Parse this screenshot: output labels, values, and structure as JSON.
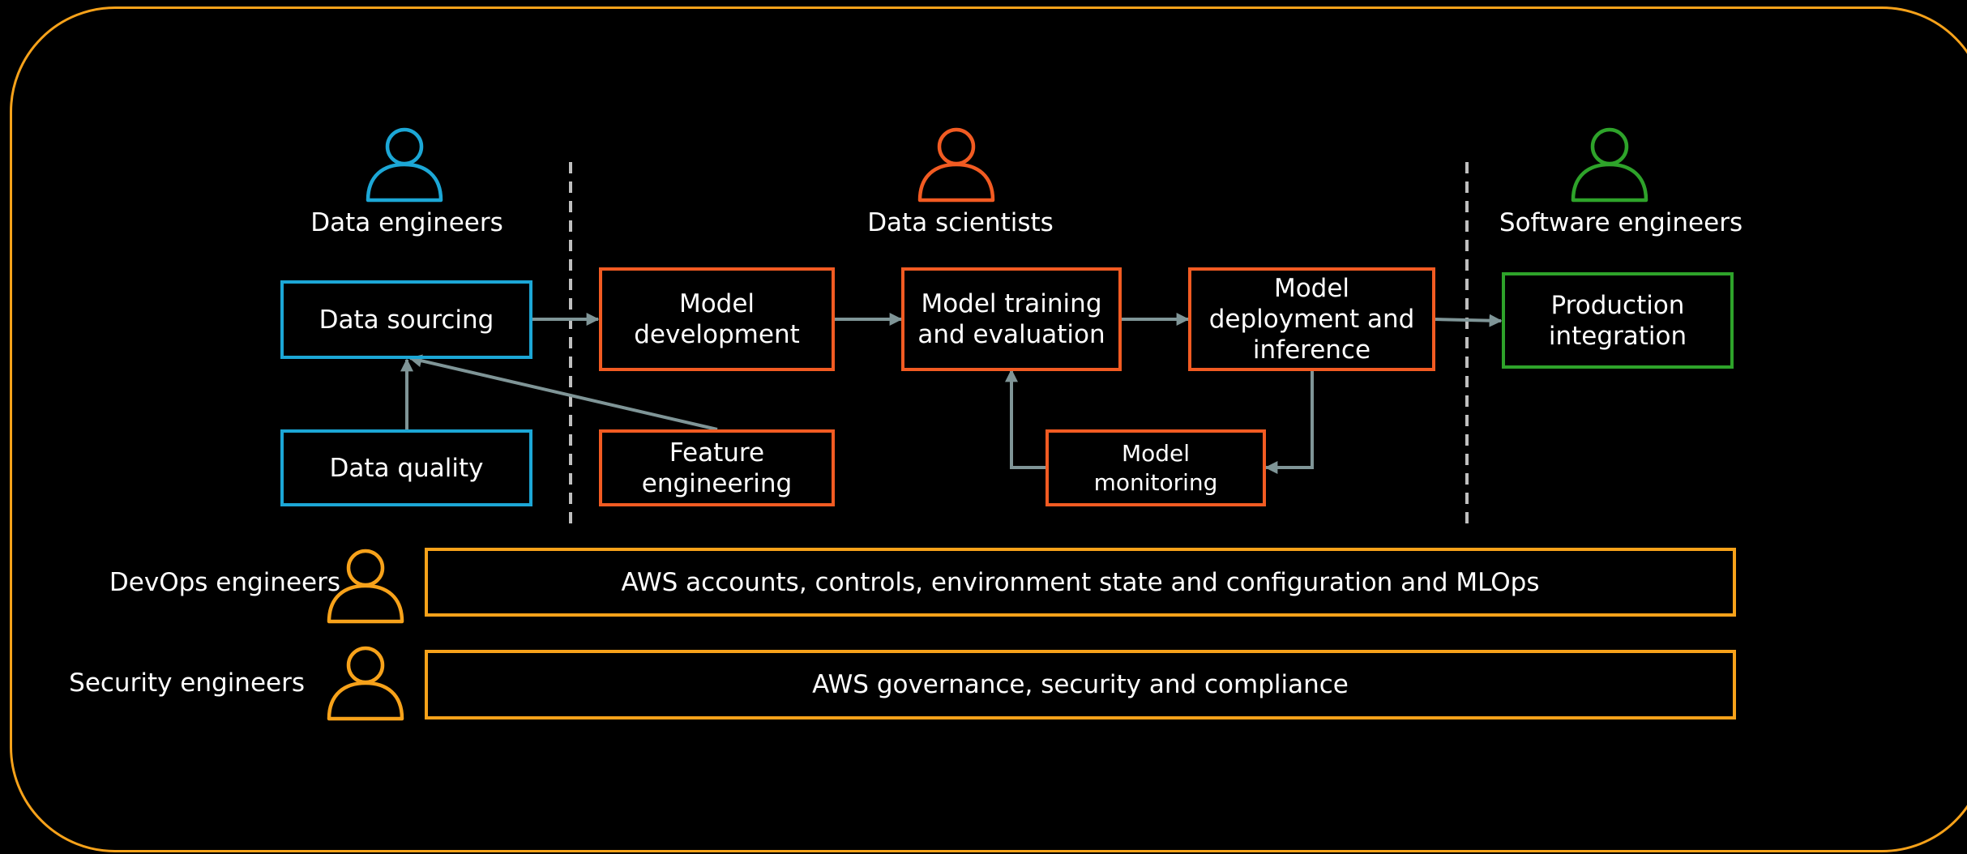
{
  "roles": {
    "data_engineers": "Data engineers",
    "data_scientists": "Data scientists",
    "software_engineers": "Software engineers",
    "devops_engineers": "DevOps engineers",
    "security_engineers": "Security engineers"
  },
  "boxes": {
    "data_sourcing": "Data sourcing",
    "data_quality": "Data quality",
    "model_development": "Model\ndevelopment",
    "feature_engineering": "Feature\nengineering",
    "model_training": "Model training\nand evaluation",
    "model_deployment": "Model\ndeployment and\ninference",
    "model_monitoring": "Model\nmonitoring",
    "production_integration": "Production\nintegration",
    "aws_accounts": "AWS accounts, controls, environment state and configuration and MLOps",
    "aws_governance": "AWS governance, security and compliance"
  },
  "colors": {
    "data_engineering": "#1ca7d6",
    "data_science": "#f25b22",
    "software": "#2ea32a",
    "platform": "#f7a21a",
    "connector": "#7f9597",
    "divider": "#bfbfbf"
  },
  "icons": {
    "data_engineers": "person-icon",
    "data_scientists": "person-icon",
    "software_engineers": "person-icon",
    "devops_engineers": "person-icon",
    "security_engineers": "person-icon"
  }
}
